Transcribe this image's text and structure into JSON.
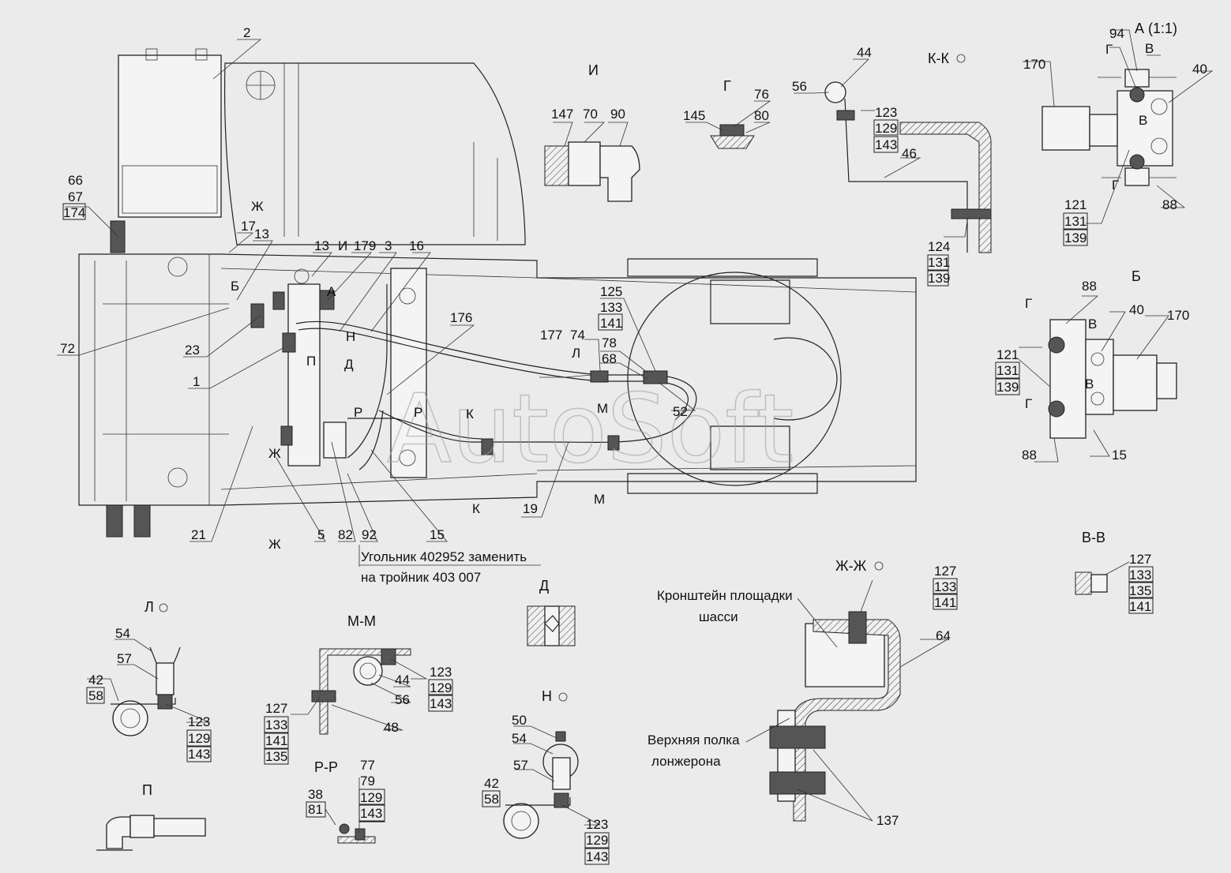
{
  "watermark": "AutoSoft",
  "notes": {
    "replace_line1": "Угольник 402952 заменить",
    "replace_line2": "на тройник 403 007",
    "bracket_line1": "Кронштейн площадки",
    "bracket_line2": "шасси",
    "flange_line1": "Верхняя полка",
    "flange_line2": "лонжерона"
  },
  "views": {
    "I": "И",
    "G": "Г",
    "KK": "К-К",
    "A": "А (1:1)",
    "B": "Б",
    "VV": "В-В",
    "ZhZh": "Ж-Ж",
    "L": "Л",
    "MM": "М-М",
    "D": "Д",
    "N": "Н",
    "RR": "Р-Р",
    "P": "П"
  },
  "main_labels": {
    "l2": "2",
    "l66": "66",
    "l67": "67",
    "l174": "174",
    "l72": "72",
    "l23": "23",
    "l1": "1",
    "l21": "21",
    "l5": "5",
    "l82": "82",
    "l92": "92",
    "l15": "15",
    "l13a": "13",
    "l13b": "13",
    "l17": "17",
    "l179": "179",
    "l3": "3",
    "l16": "16",
    "l176": "176",
    "l177": "177",
    "l74": "74",
    "l78": "78",
    "l68": "68",
    "l52": "52",
    "l19": "19",
    "l125": "125",
    "l133": "133",
    "l141": "141",
    "cut_Zh": "Ж",
    "cut_Zh2": "Ж",
    "cut_Zh3": "Ж",
    "cut_I": "И",
    "cut_A": "А",
    "cut_B": "Б",
    "cut_N": "Н",
    "cut_D": "Д",
    "cut_P": "П",
    "cut_R1": "Р",
    "cut_R2": "Р",
    "cut_L": "Л",
    "cut_M1": "М",
    "cut_M2": "М",
    "cut_K1": "К",
    "cut_K2": "К"
  },
  "view_labels": {
    "i147": "147",
    "i70": "70",
    "i90": "90",
    "g145": "145",
    "g76": "76",
    "g80": "80",
    "k44": "44",
    "k56": "56",
    "k123": "123",
    "k129": "129",
    "k143": "143",
    "k46": "46",
    "k124": "124",
    "k131": "131",
    "k139": "139",
    "a94": "94",
    "aV": "В",
    "aG": "Г",
    "a170": "170",
    "a40": "40",
    "aV2": "В",
    "aG2": "Г",
    "a121": "121",
    "a131": "131",
    "a139": "139",
    "a88": "88",
    "b88": "88",
    "bG": "Г",
    "bV": "В",
    "b40": "40",
    "b170": "170",
    "b121": "121",
    "b131": "131",
    "b139": "139",
    "bG2": "Г",
    "bV2": "В",
    "b88b": "88",
    "b15": "15",
    "v127": "127",
    "v133": "133",
    "v135": "135",
    "v141": "141",
    "zh127": "127",
    "zh133": "133",
    "zh141": "141",
    "zh64": "64",
    "zh137": "137",
    "l54": "54",
    "l57": "57",
    "l42": "42",
    "l58": "58",
    "l123": "123",
    "l129": "129",
    "l143": "143",
    "m44": "44",
    "m56": "56",
    "m123": "123",
    "m129": "129",
    "m143": "143",
    "m127": "127",
    "m133": "133",
    "m141": "141",
    "m135": "135",
    "m48": "48",
    "n50": "50",
    "n54": "54",
    "n57": "57",
    "n42": "42",
    "n58": "58",
    "n123": "123",
    "n129": "129",
    "n143": "143",
    "r77": "77",
    "r79": "79",
    "r129": "129",
    "r143": "143",
    "r38": "38",
    "r81": "81"
  }
}
